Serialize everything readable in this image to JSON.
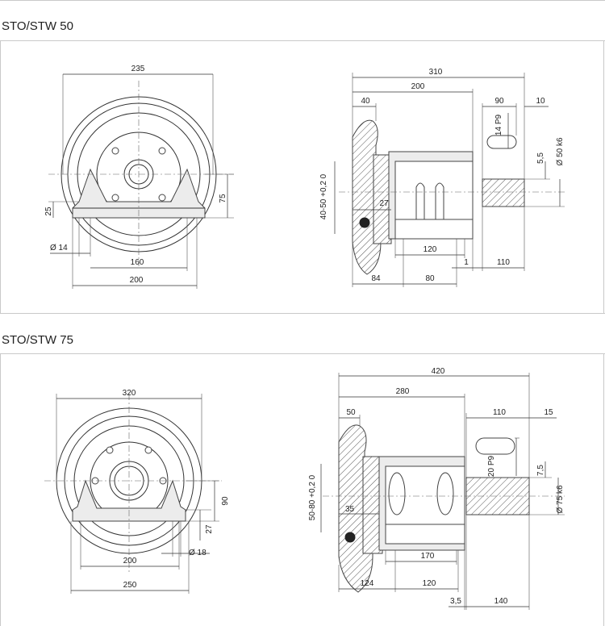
{
  "sections": [
    {
      "title": "STO/STW 50",
      "front_dims": {
        "d235": "235",
        "d75": "75",
        "d25": "25",
        "d14": "Ø 14",
        "d160": "160",
        "d200": "200"
      },
      "side_dims": {
        "d310": "310",
        "d200": "200",
        "d40": "40",
        "d90": "90",
        "d10": "10",
        "d14p9": "14 P9",
        "d50k6": "Ø 50 k6",
        "d55": "5,5",
        "d4050": "40-50 +0,2 0",
        "d27": "27",
        "d120": "120",
        "d1": "1",
        "d110": "110",
        "d84": "84",
        "d80": "80"
      }
    },
    {
      "title": "STO/STW 75",
      "front_dims": {
        "d320": "320",
        "d90": "90",
        "d27": "27",
        "d18": "Ø 18",
        "d200": "200",
        "d250": "250"
      },
      "side_dims": {
        "d420": "420",
        "d280": "280",
        "d50": "50",
        "d110": "110",
        "d15": "15",
        "d20p9": "20 P9",
        "d75": "7,5",
        "d75k6": "Ø 75 k6",
        "d5080": "50-80 +0,2 0",
        "d35": "35",
        "d170": "170",
        "d124": "124",
        "d120": "120",
        "d35b": "3,5",
        "d140": "140"
      }
    }
  ]
}
